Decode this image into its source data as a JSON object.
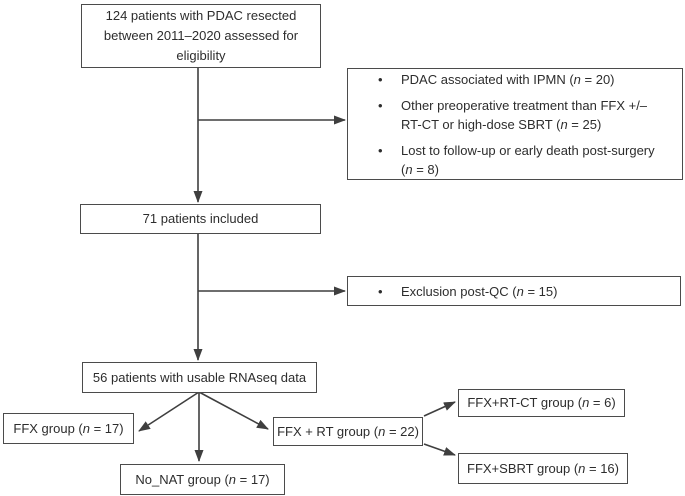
{
  "figure": {
    "kind": "patient-flow-diagram",
    "bullet_glyph": "•",
    "colors": {
      "box_border": "#4b4b4b",
      "arrow_line": "#3f3f3f",
      "text": "#2d2d2d",
      "background": "#ffffff"
    },
    "nodes": {
      "eligibility": {
        "text": "124 patients with PDAC resected\nbetween 2011–2020 assessed for\neligibility"
      },
      "exclusion_primary": {
        "bullets": [
          {
            "pre": "PDAC associated with IPMN (",
            "n": "n",
            "post": " = 20)"
          },
          {
            "pre": "Other preoperative treatment than FFX +/–\nRT-CT or high-dose SBRT (",
            "n": "n",
            "post": " = 25)"
          },
          {
            "pre": "Lost to follow-up or early death post-surgery\n(",
            "n": "n",
            "post": " = 8)"
          }
        ]
      },
      "included": {
        "text": "71 patients included"
      },
      "exclusion_qc": {
        "bullets": [
          {
            "pre": "Exclusion post-QC (",
            "n": "n",
            "post": " = 15)"
          }
        ]
      },
      "rnaseq": {
        "text": "56 patients with usable RNAseq data"
      },
      "group_ffx": {
        "pre": "FFX group (",
        "n": "n",
        "post": " = 17)"
      },
      "group_no_nat": {
        "pre": "No_NAT group (",
        "n": "n",
        "post": " = 17)"
      },
      "group_ffx_rt": {
        "pre": "FFX + RT group (",
        "n": "n",
        "post": " = 22)"
      },
      "group_ffx_rtct": {
        "pre": "FFX+RT-CT group (",
        "n": "n",
        "post": " = 6)"
      },
      "group_ffx_sbrt": {
        "pre": "FFX+SBRT group (",
        "n": "n",
        "post": " = 16)"
      }
    }
  }
}
